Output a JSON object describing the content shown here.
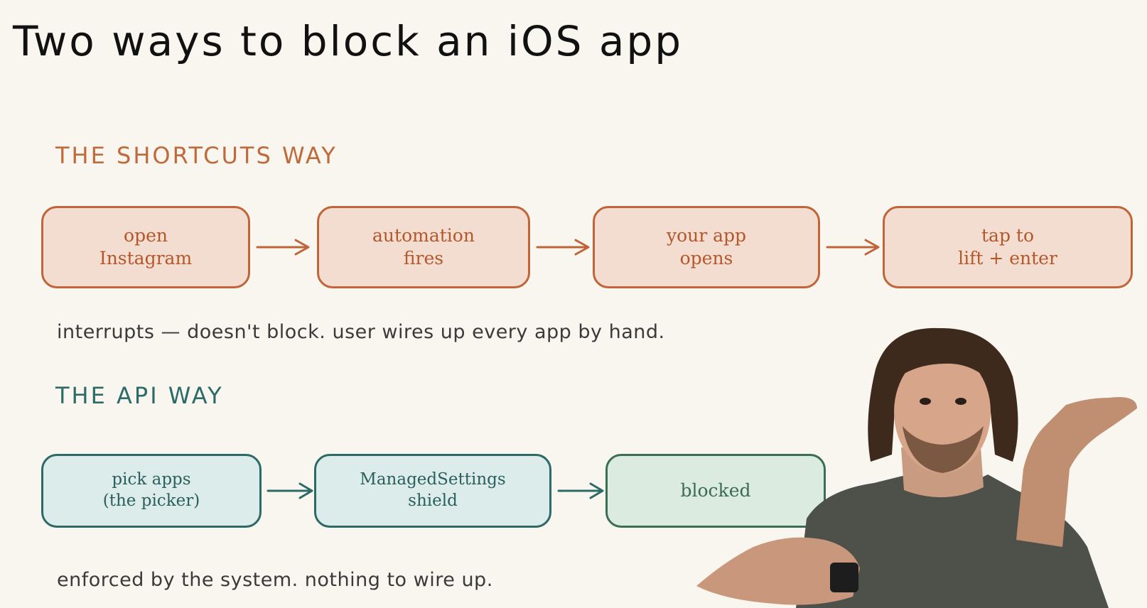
{
  "title": "Two ways to block an iOS app",
  "shortcuts": {
    "heading": "THE SHORTCUTS WAY",
    "steps": [
      {
        "line1": "open",
        "line2": "Instagram"
      },
      {
        "line1": "automation",
        "line2": "fires"
      },
      {
        "line1": "your app",
        "line2": "opens"
      },
      {
        "line1": "tap to",
        "line2": "lift + enter"
      }
    ],
    "note": "interrupts — doesn't block. user wires up every app by hand."
  },
  "api": {
    "heading": "THE API WAY",
    "steps": [
      {
        "line1": "pick apps",
        "line2": "(the picker)"
      },
      {
        "line1": "ManagedSettings",
        "line2": "shield"
      },
      {
        "line1": "blocked"
      }
    ],
    "note": "enforced by the system. nothing to wire up."
  },
  "colors": {
    "background": "#f8f6ef",
    "shortcuts_accent": "#c0653a",
    "shortcuts_fill": "#f3dcd0",
    "api_accent": "#2c6a67",
    "api_fill": "#dbeceb",
    "blocked_fill": "#dcebdf",
    "blocked_stroke": "#3b6e52"
  }
}
